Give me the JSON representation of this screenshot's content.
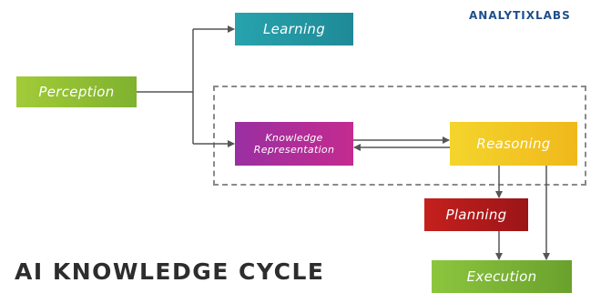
{
  "nodes": {
    "perception": "Perception",
    "learning": "Learning",
    "knowledge_line1": "Knowledge",
    "knowledge_line2": "Representation",
    "reasoning": "Reasoning",
    "planning": "Planning",
    "execution": "Execution"
  },
  "title": "AI KNOWLEDGE CYCLE",
  "logo": "ANALYTIXLABS",
  "colors": {
    "perception": "#a2cb38",
    "learning": "#27a3ad",
    "knowledge": "#c42b8f",
    "reasoning": "#f4d52c",
    "planning": "#c4201d",
    "execution": "#8cc63e",
    "connector": "#555555",
    "dashed_border": "#8a8a8a"
  }
}
